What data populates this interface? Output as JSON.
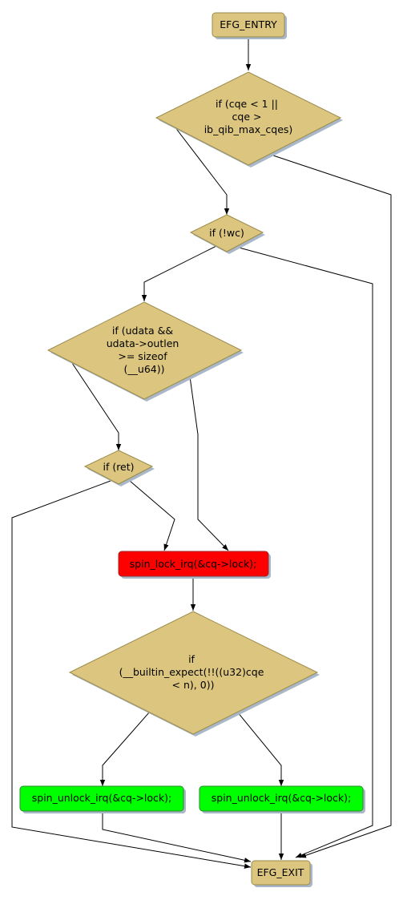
{
  "nodes": {
    "efg_entry": {
      "lines": [
        "EFG_ENTRY"
      ],
      "color": "#dcc67f"
    },
    "cond_cqe": {
      "lines": [
        "if (cqe < 1 ||",
        "cqe >",
        "ib_qib_max_cqes)"
      ],
      "color": "#dcc67f"
    },
    "cond_wc": {
      "lines": [
        "if (!wc)"
      ],
      "color": "#dcc67f"
    },
    "cond_udata": {
      "lines": [
        "if (udata &&",
        "udata->outlen",
        ">= sizeof",
        "(__u64))"
      ],
      "color": "#dcc67f"
    },
    "cond_ret": {
      "lines": [
        "if (ret)"
      ],
      "color": "#dcc67f"
    },
    "spin_lock": {
      "lines": [
        "spin_lock_irq(&cq->lock);"
      ],
      "color": "#ff0000"
    },
    "cond_expect": {
      "lines": [
        "if",
        "(__builtin_expect(!!((u32)cqe",
        "< n), 0))"
      ],
      "color": "#dcc67f"
    },
    "unlock_left": {
      "lines": [
        "spin_unlock_irq(&cq->lock);"
      ],
      "color": "#00ff00"
    },
    "unlock_right": {
      "lines": [
        "spin_unlock_irq(&cq->lock);"
      ],
      "color": "#00ff00"
    },
    "efg_exit": {
      "lines": [
        "EFG_EXIT"
      ],
      "color": "#dcc67f"
    }
  },
  "edges": [
    [
      "efg_entry",
      "cond_cqe"
    ],
    [
      "cond_cqe",
      "cond_wc"
    ],
    [
      "cond_cqe",
      "efg_exit"
    ],
    [
      "cond_wc",
      "cond_udata"
    ],
    [
      "cond_wc",
      "efg_exit"
    ],
    [
      "cond_udata",
      "cond_ret"
    ],
    [
      "cond_udata",
      "spin_lock"
    ],
    [
      "cond_ret",
      "spin_lock"
    ],
    [
      "cond_ret",
      "efg_exit"
    ],
    [
      "spin_lock",
      "cond_expect"
    ],
    [
      "cond_expect",
      "unlock_left"
    ],
    [
      "cond_expect",
      "unlock_right"
    ],
    [
      "unlock_left",
      "efg_exit"
    ],
    [
      "unlock_right",
      "efg_exit"
    ]
  ]
}
